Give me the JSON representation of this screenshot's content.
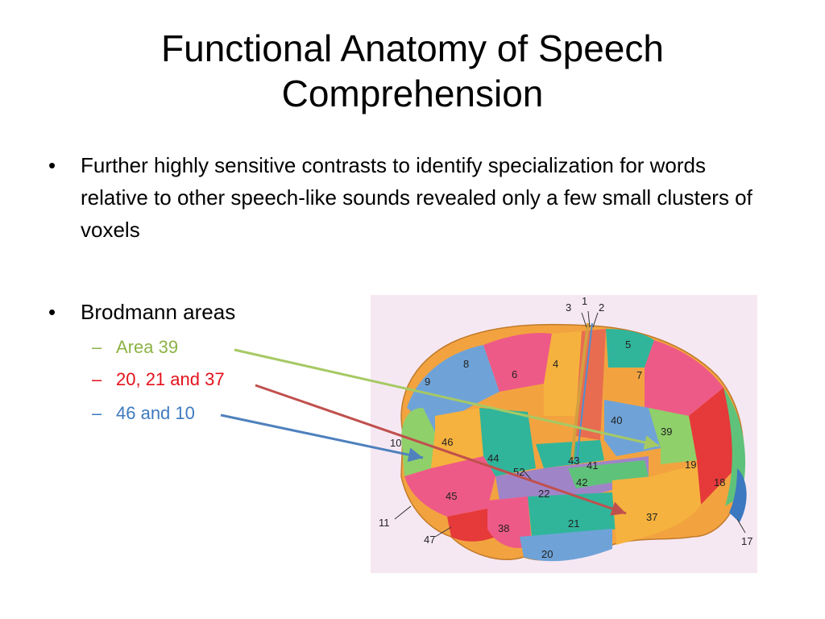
{
  "slide": {
    "title": "Functional Anatomy of Speech Comprehension",
    "bullets": [
      {
        "text": "Further highly sensitive contrasts to identify specialization for words relative to other speech-like sounds revealed only a few small clusters of voxels"
      },
      {
        "text": "Brodmann areas"
      }
    ],
    "sub_bullets": [
      {
        "text": "Area 39",
        "color": "#8db346"
      },
      {
        "text": "20, 21 and 37",
        "color": "#e3121b"
      },
      {
        "text": "46 and 10",
        "color": "#3d7abf"
      }
    ],
    "bullet_symbol": "•",
    "dash_symbol": "–"
  },
  "brain_labels": {
    "a1": "1",
    "a2": "2",
    "a3": "3",
    "a4": "4",
    "a5": "5",
    "a6": "6",
    "a7": "7",
    "a8": "8",
    "a9": "9",
    "a10": "10",
    "a11": "11",
    "a17": "17",
    "a18": "18",
    "a19": "19",
    "a20": "20",
    "a21": "21",
    "a22": "22",
    "a37": "37",
    "a38": "38",
    "a39": "39",
    "a40": "40",
    "a41": "41",
    "a42": "42",
    "a43": "43",
    "a44": "44",
    "a45": "45",
    "a46": "46",
    "a47": "47",
    "a52": "52"
  }
}
